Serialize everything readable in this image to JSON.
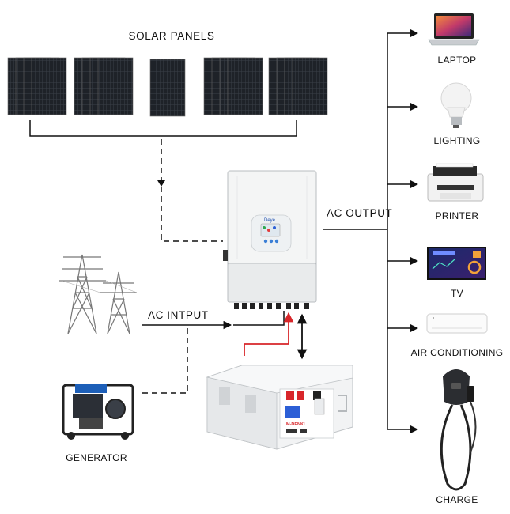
{
  "labels": {
    "solar_panels": "SOLAR PANELS",
    "ac_output": "AC OUTPUT",
    "ac_input": "AC  INTPUT",
    "generator": "GENERATOR",
    "inverter_brand": "Deye",
    "battery_brand": "M-DENKI"
  },
  "outputs": [
    {
      "key": "laptop",
      "label": "LAPTOP"
    },
    {
      "key": "lighting",
      "label": "LIGHTING"
    },
    {
      "key": "printer",
      "label": "PRINTER"
    },
    {
      "key": "tv",
      "label": "TV"
    },
    {
      "key": "air_conditioning",
      "label": "AIR CONDITIONING"
    },
    {
      "key": "charge",
      "label": "CHARGE"
    }
  ],
  "colors": {
    "line": "#111111",
    "panel": "#1c1f24",
    "accent_red": "#d8262a",
    "screen_blue": "#2c5fd6"
  }
}
